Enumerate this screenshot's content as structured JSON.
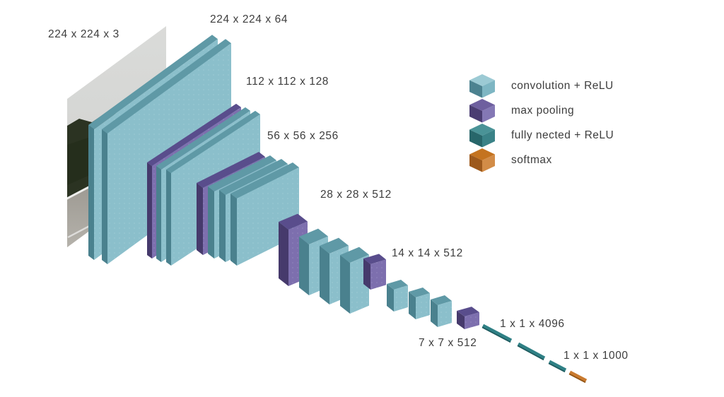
{
  "colors": {
    "background": "#ffffff",
    "text": "#3d3d3d",
    "conv": {
      "face": "#8bbfcb",
      "side": "#4a818e",
      "side_fix": "#4a818e",
      "top": "#5f99a6",
      "cube_top": "#9ccad4",
      "cube_left": "#4c8290",
      "cube_right": "#7eb6c3"
    },
    "pool": {
      "face": "#7d6fae",
      "side": "#463a6c",
      "top": "#594d8c",
      "cube_top": "#6e5f9f",
      "cube_left": "#4a3d72",
      "cube_right": "#8478b5"
    },
    "fc": {
      "dash": "#2f8085",
      "dash_edge": "#1e5a5e",
      "cube_top": "#4a9397",
      "cube_left": "#27666a",
      "cube_right": "#3a8287"
    },
    "softmax": {
      "dash": "#c97a2f",
      "dash_edge": "#8f5313",
      "cube_top": "#c4731f",
      "cube_left": "#9d591b",
      "cube_right": "#d28c47"
    },
    "photo": {
      "sky_top": "#dadbd9",
      "sky_bottom": "#cfd0ce",
      "forest": "#2b3322",
      "forest_dark": "#212a18",
      "road_top": "#8f8b84",
      "road_bottom": "#b5b2ab",
      "road_line": "#eeeeec",
      "figure_red": "#a8342a"
    }
  },
  "legend": {
    "items": [
      {
        "id": "conv",
        "label": "convolution + ReLU"
      },
      {
        "id": "pool",
        "label": "max pooling"
      },
      {
        "id": "fc",
        "label": "fully nected + ReLU"
      },
      {
        "id": "softmax",
        "label": "softmax"
      }
    ]
  },
  "network": {
    "input": {
      "dims": "224 x 224 x 3",
      "description": "road photo"
    },
    "stages": [
      {
        "dims": "224 x 224 x 64",
        "layers": [
          "conv",
          "conv"
        ]
      },
      {
        "dims": "112 x 112 x 128",
        "layers": [
          "pool",
          "conv",
          "conv"
        ]
      },
      {
        "dims": "56 x 56 x 256",
        "layers": [
          "pool",
          "conv",
          "conv",
          "conv"
        ]
      },
      {
        "dims": "28 x 28 x 512",
        "layers": [
          "pool",
          "conv",
          "conv",
          "conv"
        ]
      },
      {
        "dims": "14 x 14 x 512",
        "layers": [
          "pool",
          "conv",
          "conv",
          "conv"
        ]
      },
      {
        "dims": "7 x 7 x 512",
        "layers": [
          "pool"
        ]
      },
      {
        "dims": "1 x 1 x 4096",
        "layers": [
          "fc",
          "fc"
        ]
      },
      {
        "dims": "1 x 1 x 1000",
        "layers": [
          "fc",
          "softmax"
        ]
      }
    ]
  }
}
